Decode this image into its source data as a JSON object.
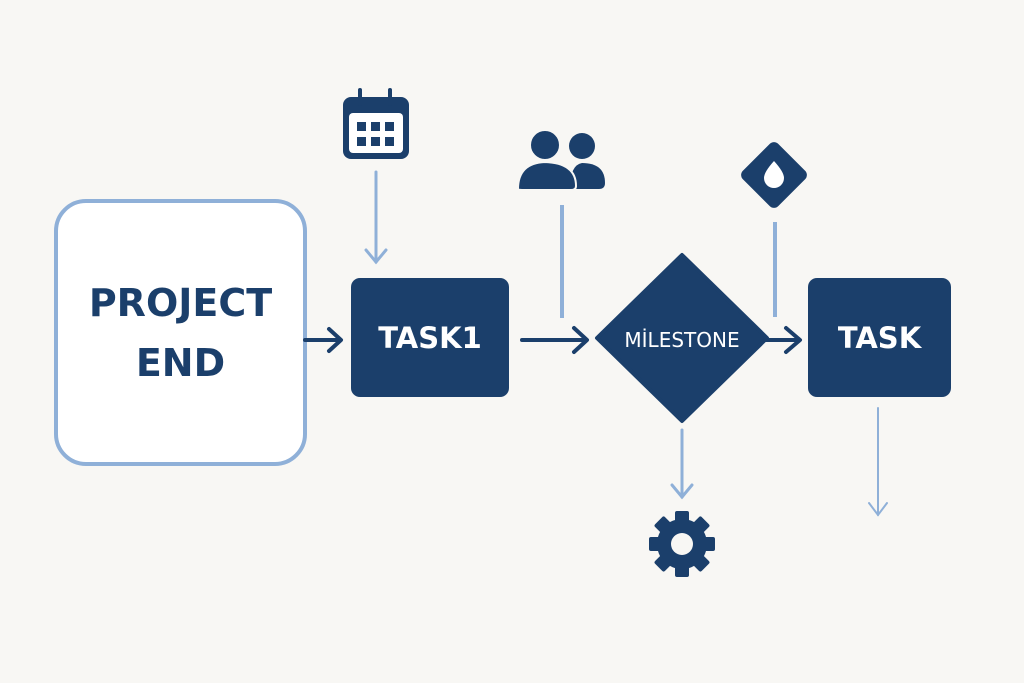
{
  "colors": {
    "navy": "#1b3f6b",
    "light_blue": "#8fb0d8",
    "background": "#f8f7f4"
  },
  "nodes": {
    "project_end": {
      "line1": "PROJECT",
      "line2": "END"
    },
    "task1": {
      "label": "TASK1"
    },
    "milestone": {
      "label": "MİLESTONE"
    },
    "task": {
      "label": "TASK"
    }
  },
  "icons": [
    "calendar-icon",
    "people-icon",
    "diamond-drop-icon",
    "gear-icon"
  ]
}
